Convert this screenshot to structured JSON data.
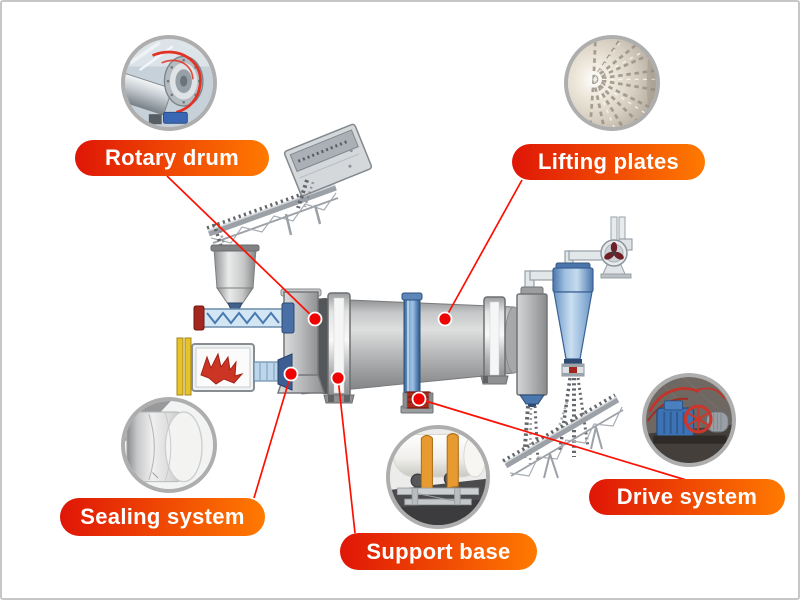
{
  "callouts": [
    {
      "id": "rotary-drum",
      "label": "Rotary drum"
    },
    {
      "id": "lifting-plates",
      "label": "Lifting plates"
    },
    {
      "id": "sealing-system",
      "label": "Sealing system"
    },
    {
      "id": "support-base",
      "label": "Support base"
    },
    {
      "id": "drive-system",
      "label": "Drive system"
    }
  ],
  "insets": [
    {
      "id": "rotary-drum-photo",
      "depicts": "rotary drum shell close-up"
    },
    {
      "id": "lifting-plates-photo",
      "depicts": "drum interior lifting flights"
    },
    {
      "id": "sealing-system-photo",
      "depicts": "drum end seal close-up"
    },
    {
      "id": "support-base-photo",
      "depicts": "roller support station"
    },
    {
      "id": "drive-system-photo",
      "depicts": "gearbox and motor drive"
    }
  ],
  "colors": {
    "label_gradient_start": "#df1607",
    "label_gradient_end": "#ff7a00",
    "label_text": "#ffffff",
    "callout_line": "#fb1003",
    "marker_dot": "#ee0202",
    "inset_ring": "#aeaeae",
    "frame_border": "#c6c6c6",
    "background": "#ffffff"
  }
}
